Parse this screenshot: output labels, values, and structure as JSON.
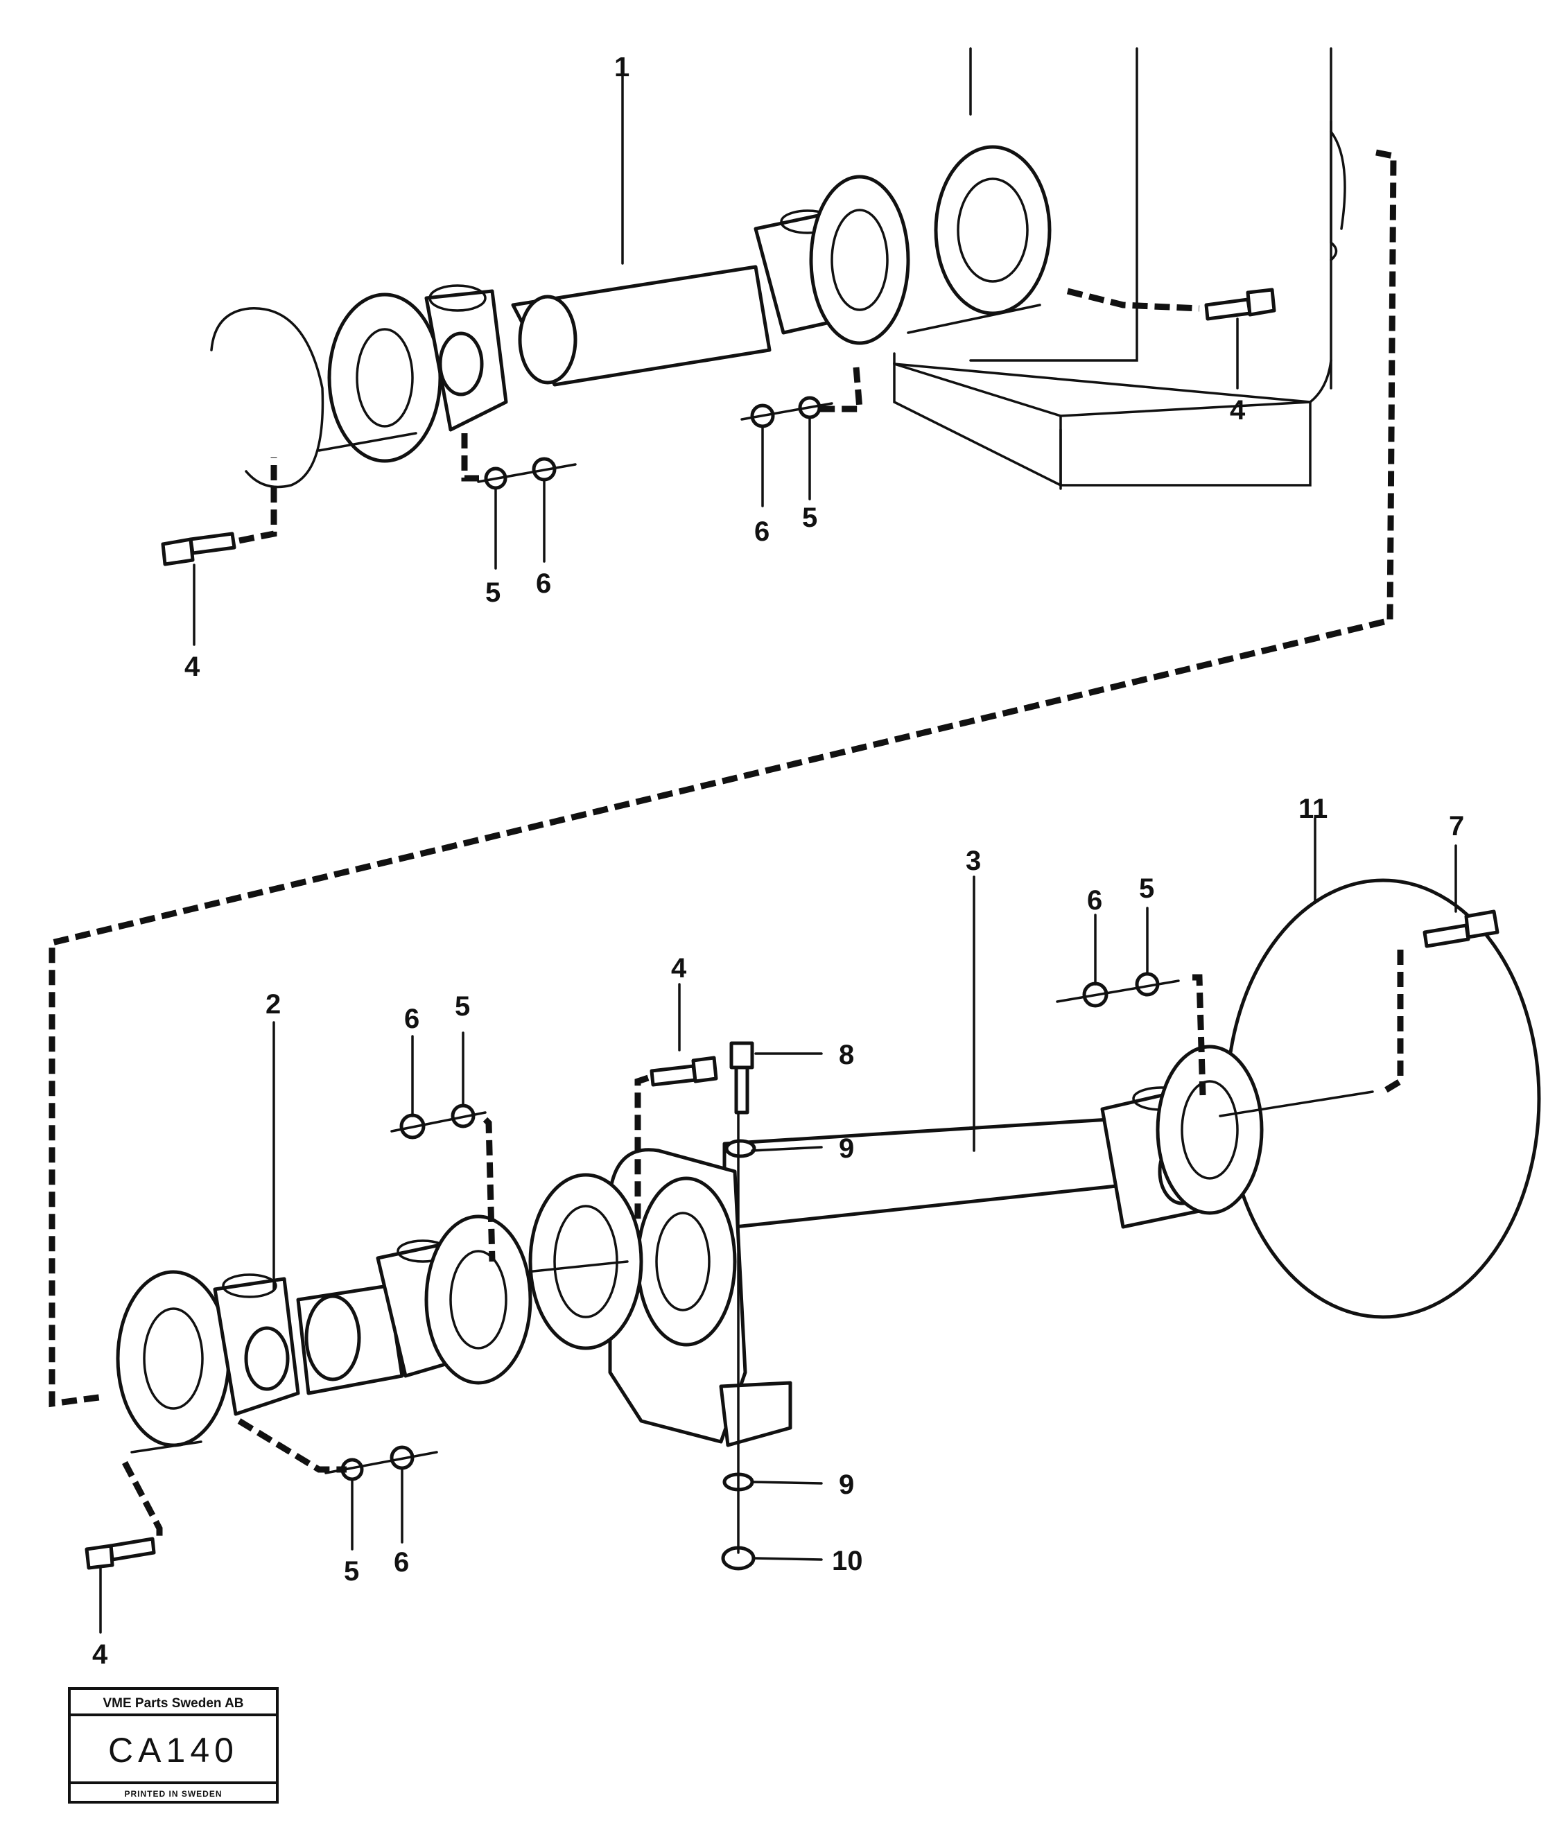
{
  "callouts": {
    "top_1": "1",
    "top_4_right": "4",
    "top_6_right": "6",
    "top_5_right": "5",
    "top_5_left": "5",
    "top_6_left": "6",
    "top_4_left": "4",
    "bot_11": "11",
    "bot_7": "7",
    "bot_3": "3",
    "bot_6_right": "6",
    "bot_5_right": "5",
    "bot_4_mid": "4",
    "bot_8": "8",
    "bot_9_upper": "9",
    "bot_9_lower": "9",
    "bot_10": "10",
    "bot_2": "2",
    "bot_6_left": "6",
    "bot_5_left": "5",
    "bot_5_low": "5",
    "bot_6_low": "6",
    "bot_4_left": "4"
  },
  "title_block": {
    "company": "VME Parts Sweden AB",
    "code": "CA140",
    "printed": "PRINTED IN SWEDEN"
  }
}
